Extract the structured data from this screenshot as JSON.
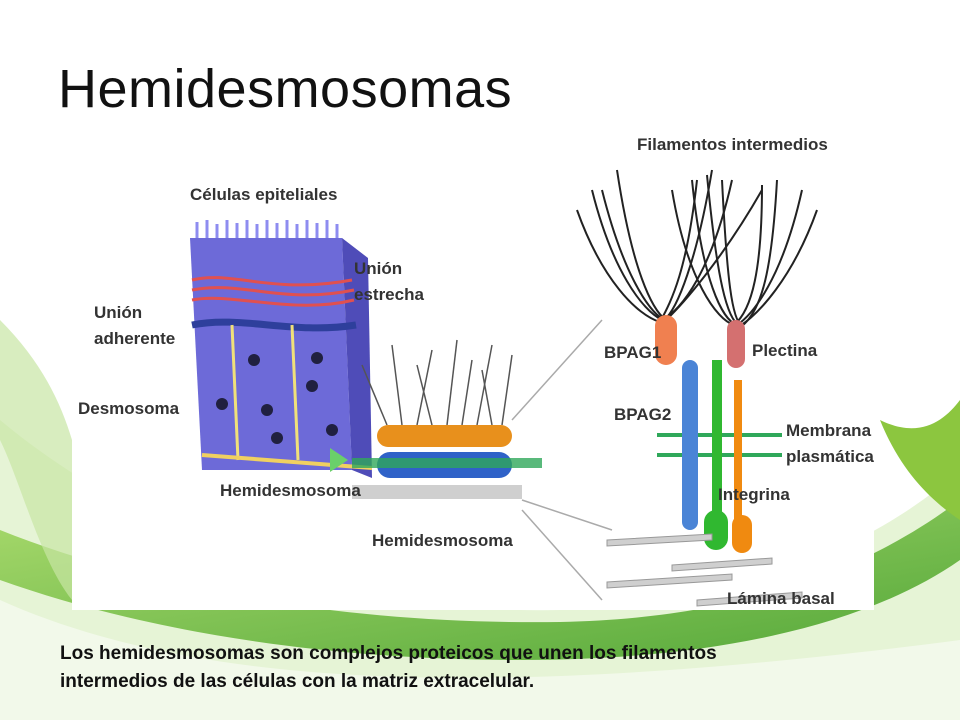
{
  "slide": {
    "title": "Hemidesmosomas",
    "caption_line1": "Los hemidesmosomas son complejos proteicos que unen los filamentos",
    "caption_line2": "intermedios de las células con la matriz extracelular."
  },
  "diagram": {
    "labels": {
      "celulas_epiteliales": "Células epiteliales",
      "union_estrecha_1": "Unión",
      "union_estrecha_2": "estrecha",
      "union_adherente_1": "Unión",
      "union_adherente_2": "adherente",
      "desmosoma": "Desmosoma",
      "hemidesmosoma_cell": "Hemidesmosoma",
      "hemidesmosoma_mid": "Hemidesmosoma",
      "filamentos_intermedios": "Filamentos intermedios",
      "bpag1": "BPAG1",
      "plectina": "Plectina",
      "bpag2": "BPAG2",
      "membrana_1": "Membrana",
      "membrana_2": "plasmática",
      "integrina": "Integrina",
      "lamina_basal": "Lámina basal"
    }
  },
  "colors": {
    "cell_blue": "#6d6ad8",
    "orange_plaque": "#e8901c",
    "blue_plaque": "#2f62c8",
    "bpag1": "#f08050",
    "plectina": "#d47070",
    "bpag2": "#4a84d6",
    "integrina_green": "#30b830",
    "integrina_orange": "#f08a10",
    "membrane_green": "#2fa85a",
    "background_green": "#5cb82c"
  }
}
